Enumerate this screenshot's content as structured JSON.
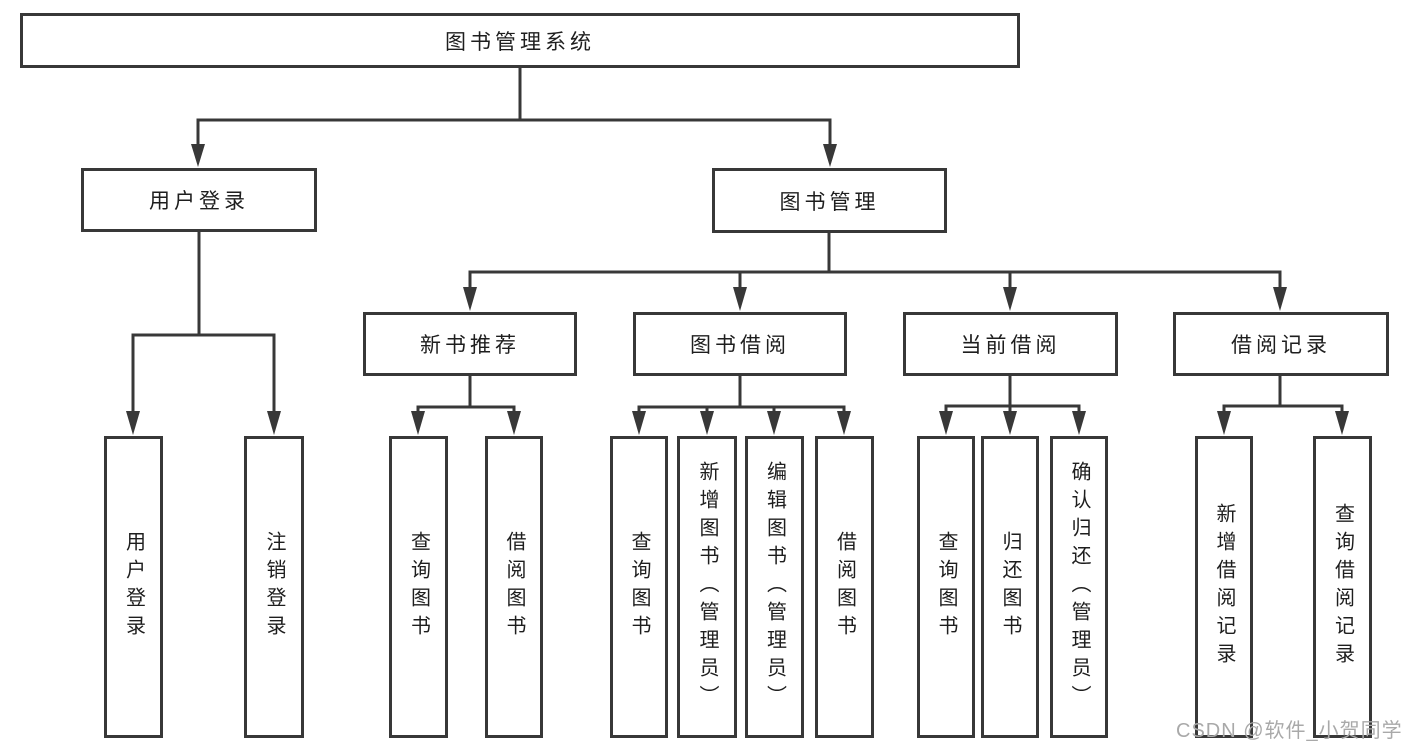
{
  "diagram": {
    "tree": {
      "label": "图书管理系统",
      "children": [
        {
          "label": "用户登录",
          "children": [
            {
              "label": "用户登录"
            },
            {
              "label": "注销登录"
            }
          ]
        },
        {
          "label": "图书管理",
          "children": [
            {
              "label": "新书推荐",
              "children": [
                {
                  "label": "查询图书"
                },
                {
                  "label": "借阅图书"
                }
              ]
            },
            {
              "label": "图书借阅",
              "children": [
                {
                  "label": "查询图书"
                },
                {
                  "label": "新增图书（管理员）"
                },
                {
                  "label": "编辑图书（管理员）"
                },
                {
                  "label": "借阅图书"
                }
              ]
            },
            {
              "label": "当前借阅",
              "children": [
                {
                  "label": "查询图书"
                },
                {
                  "label": "归还图书"
                },
                {
                  "label": "确认归还（管理员）"
                }
              ]
            },
            {
              "label": "借阅记录",
              "children": [
                {
                  "label": "新增借阅记录"
                },
                {
                  "label": "查询借阅记录"
                }
              ]
            }
          ]
        }
      ]
    },
    "line_color": "#383838",
    "text_color": "#1e1e1e",
    "background_color": "#ffffff"
  },
  "watermark": {
    "text": "CSDN @软件_小贺同学",
    "color": "#a9a9a9"
  }
}
